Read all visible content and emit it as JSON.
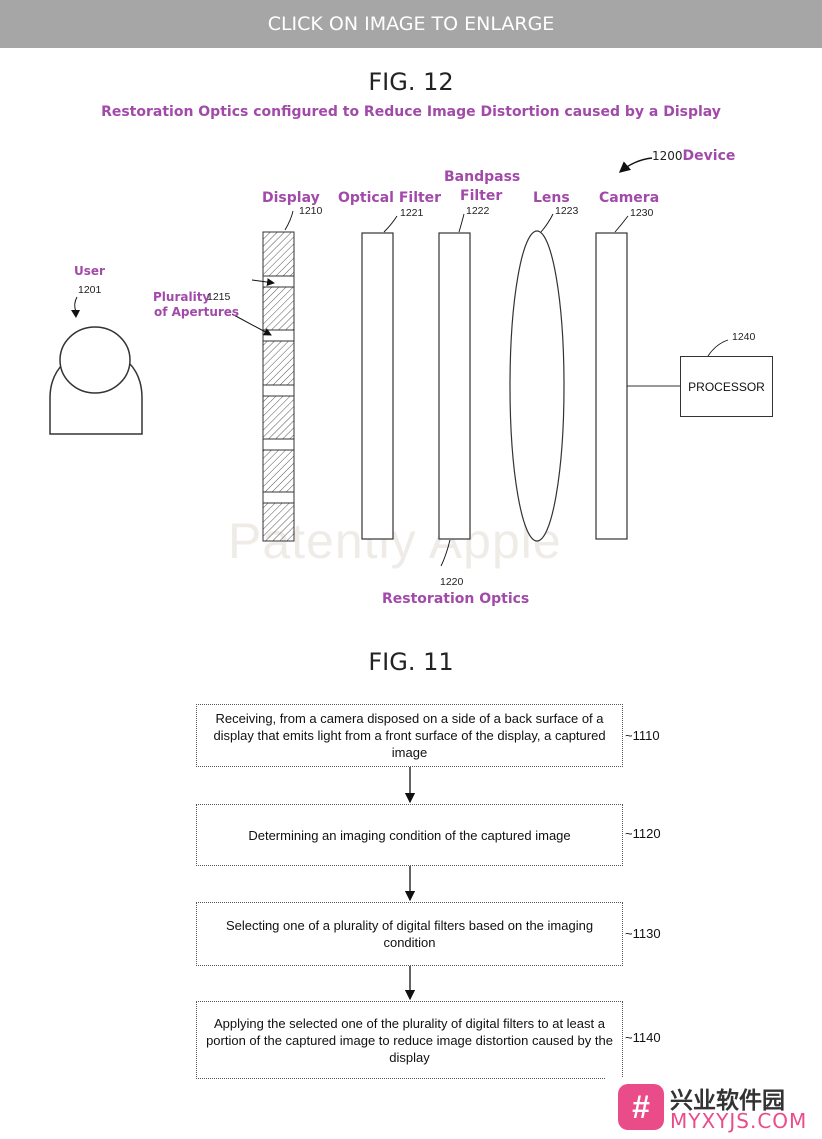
{
  "banner": {
    "label": "CLICK ON IMAGE TO ENLARGE"
  },
  "fig12": {
    "title": "FIG. 12",
    "subtitle": "Restoration Optics configured to Reduce Image Distortion caused by a Display",
    "device": {
      "number": "1200",
      "label": "Device"
    },
    "user": {
      "label": "User",
      "number": "1201"
    },
    "apertures": {
      "label_line1": "Plurality",
      "label_line2": "of Apertures",
      "number": "1215"
    },
    "display": {
      "label": "Display",
      "number": "1210"
    },
    "optical_filter": {
      "label": "Optical Filter",
      "number": "1221"
    },
    "bandpass_filter": {
      "label_line1": "Bandpass",
      "label_line2": "Filter",
      "number": "1222"
    },
    "lens": {
      "label": "Lens",
      "number": "1223"
    },
    "camera": {
      "label": "Camera",
      "number": "1230"
    },
    "processor": {
      "label": "PROCESSOR",
      "number": "1240"
    },
    "restoration_optics": {
      "number": "1220",
      "label": "Restoration Optics"
    },
    "watermark": "Patently Apple"
  },
  "fig11": {
    "title": "FIG. 11",
    "steps": [
      {
        "text": "Receiving, from a camera disposed on a side of a back surface of a display that emits light from a front surface of the display, a captured image",
        "number": "~1110"
      },
      {
        "text": "Determining an imaging condition of the captured image",
        "number": "~1120"
      },
      {
        "text": "Selecting one of a plurality of digital filters based on the imaging condition",
        "number": "~1130"
      },
      {
        "text": "Applying the selected one of the plurality of digital filters to at least a portion of the captured image to reduce image distortion caused by the display",
        "number": "~1140"
      }
    ]
  },
  "logo": {
    "mark": "#",
    "name_cn": "兴业软件园",
    "name_en": "MYXYJS.COM"
  },
  "colors": {
    "accent_purple": "#a24aa9",
    "banner_gray": "#a6a6a6",
    "logo_pink": "#ea4c89"
  }
}
